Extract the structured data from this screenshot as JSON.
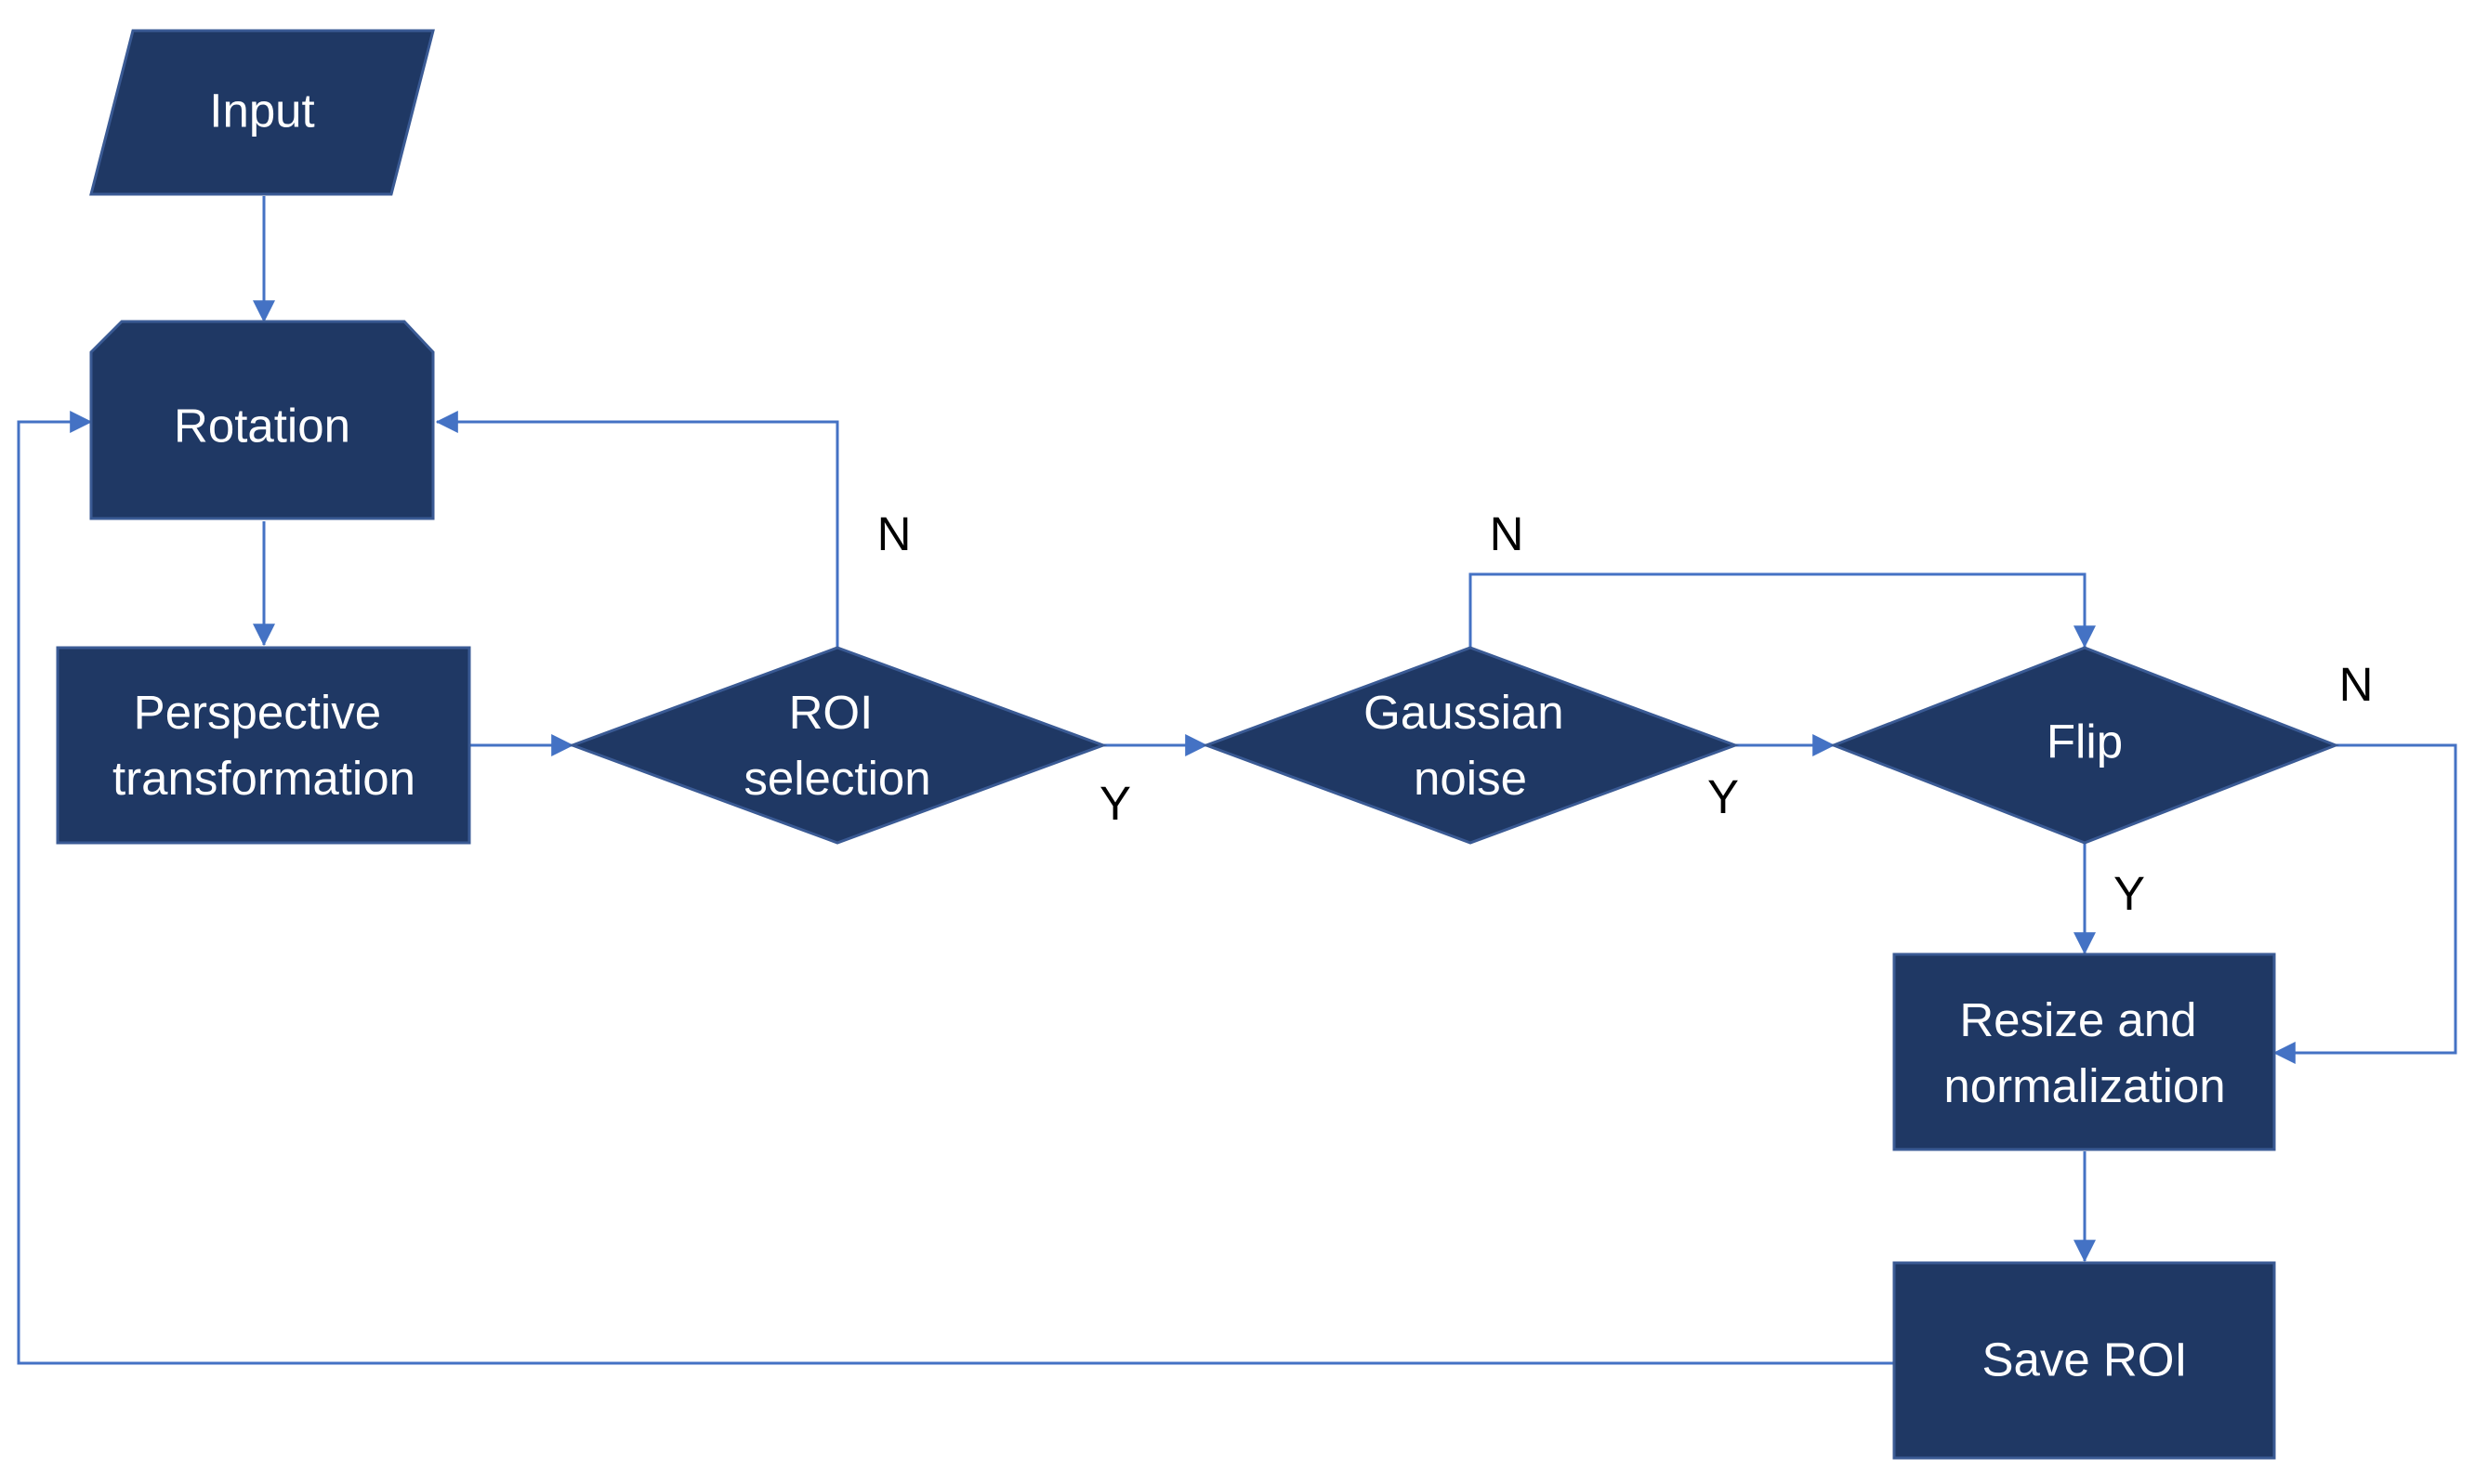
{
  "nodes": {
    "input": {
      "label": "Input"
    },
    "rotation": {
      "label": "Rotation"
    },
    "perspective": {
      "line1": "Perspective",
      "line2": "transformation"
    },
    "roi_selection": {
      "line1": "ROI",
      "line2": "selection"
    },
    "gaussian_noise": {
      "line1": "Gaussian",
      "line2": "noise"
    },
    "flip": {
      "label": "Flip"
    },
    "resize": {
      "line1": "Resize and",
      "line2": "normalization"
    },
    "save_roi": {
      "label": "Save ROI"
    }
  },
  "branches": {
    "roi_no": "N",
    "roi_yes": "Y",
    "gaussian_no": "N",
    "gaussian_yes": "Y",
    "flip_no": "N",
    "flip_yes": "Y"
  },
  "colors": {
    "node_fill": "#1f3864",
    "connector": "#4472c4",
    "node_text": "#ffffff"
  }
}
